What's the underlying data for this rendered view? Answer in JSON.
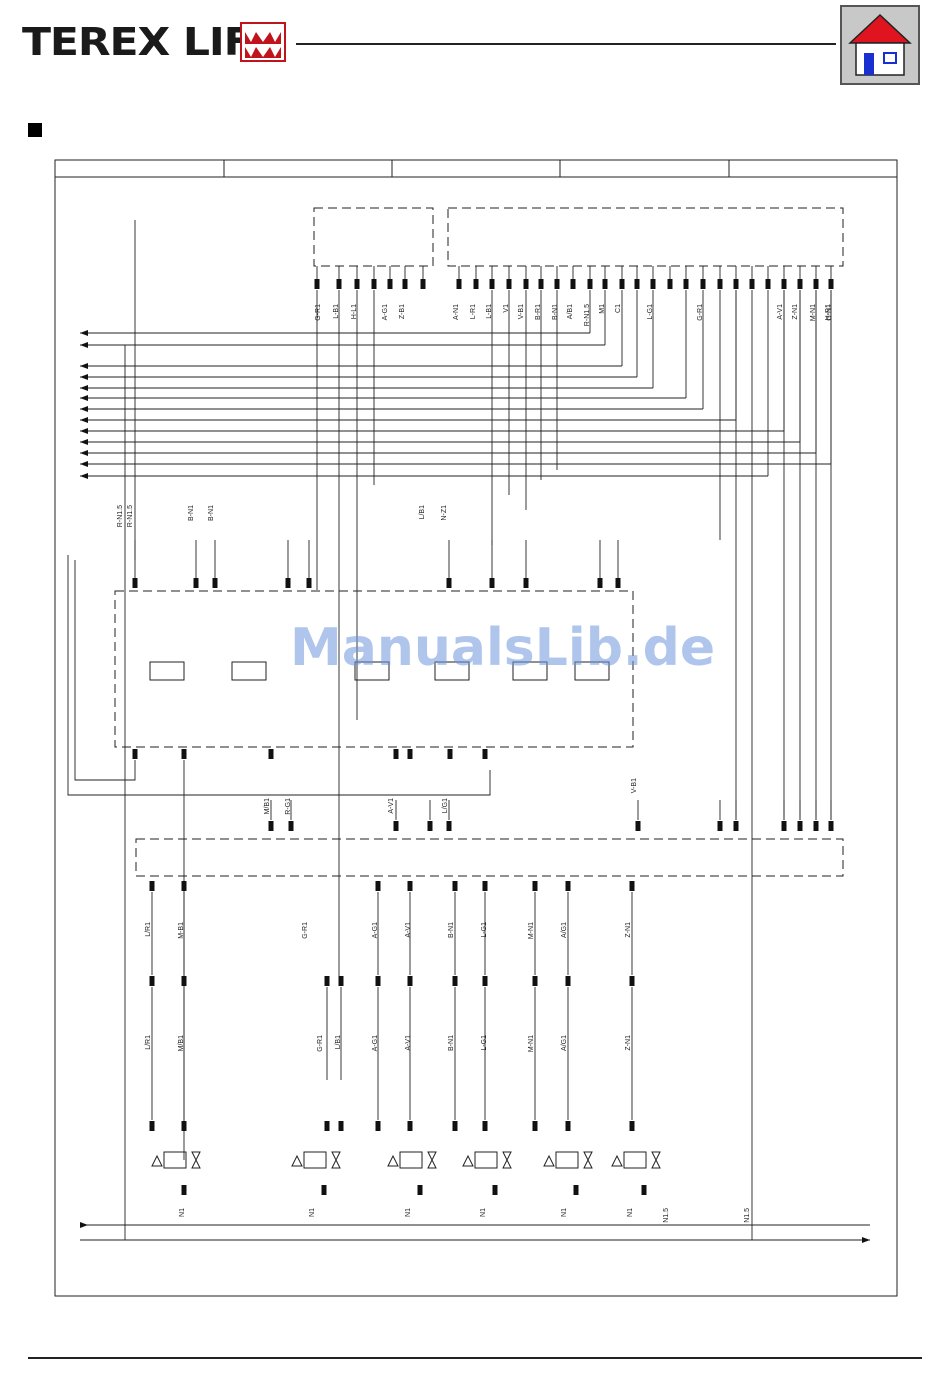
{
  "header": {
    "brand_text": "TEREX LIFT",
    "home_icon": "home-icon"
  },
  "watermark": "ManualsLib.de",
  "schematic": {
    "top_connector_labels": [
      "G-R1",
      "L-B1",
      "H-L1",
      "A-G1",
      "Z-B1",
      "A-N1",
      "L-R1",
      "L-B1",
      "V1",
      "V-B1",
      "B-R1",
      "B-N1",
      "A/B1",
      "R-N1.5",
      "M1",
      "C1",
      "L-G1",
      "G-R1",
      "A-V1",
      "Z-N1",
      "M-N1",
      "G-N1",
      "H-R1"
    ],
    "left_wire_labels": [
      "R-N1.5",
      "R-N1.5",
      "B-N1",
      "B-N1",
      "L/B1",
      "N-Z1"
    ],
    "mid_labels": [
      "M/B1",
      "R-G1",
      "A-V1",
      "L/G1",
      "V-B1"
    ],
    "upper_valve_labels": [
      "L/R1",
      "M-B1",
      "G-R1",
      "A-G1",
      "A-V1",
      "B-N1",
      "L-G1",
      "M-N1",
      "A/G1",
      "Z-N1"
    ],
    "lower_valve_labels": [
      "L/R1",
      "M/B1",
      "G-R1",
      "L/B1",
      "A-G1",
      "A-V1",
      "B-N1",
      "L-G1",
      "M-N1",
      "A/G1",
      "Z-N1"
    ],
    "ground_labels": [
      "N1",
      "N1",
      "N1",
      "N1",
      "N1",
      "N1",
      "N1.5",
      "N1.5"
    ]
  },
  "colors": {
    "line": "#222222",
    "home_bg": "#c8c8c8",
    "roof": "#e0141e",
    "door": "#1a2fd0"
  }
}
